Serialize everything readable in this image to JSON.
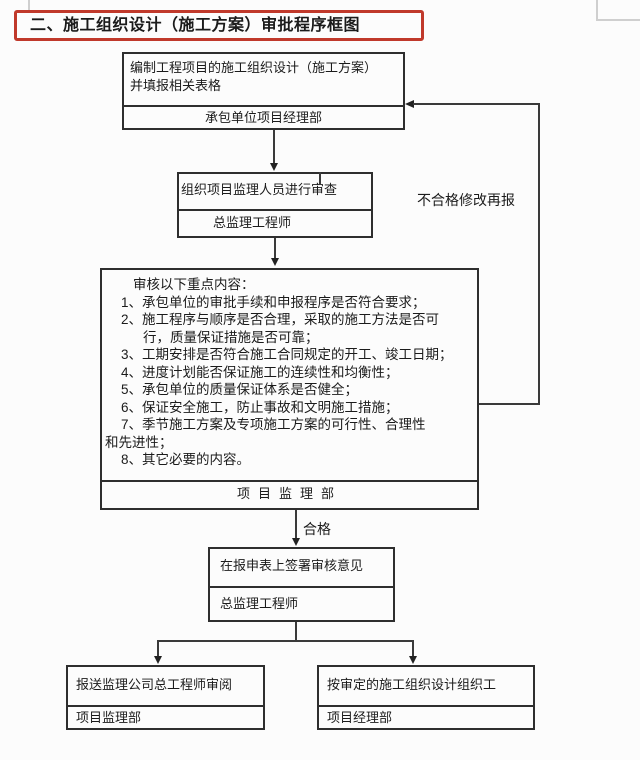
{
  "title": {
    "text": "二、施工组织设计（施工方案）审批程序框图"
  },
  "colors": {
    "accent_red": "#c0392b",
    "line": "#2e2e2e",
    "background": "#fcfcfc"
  },
  "boxes": {
    "compile": {
      "line1": "编制工程项目的施工组织设计（施工方案）",
      "line2": "并填报相关表格",
      "dept": "承包单位项目经理部"
    },
    "review": {
      "body": "组织项目监理人员进行审查",
      "role": "总监理工程师"
    },
    "checklist": {
      "lines": [
        "审核以下重点内容：",
        "1、承包单位的审批手续和申报程序是否符合要求；",
        "2、施工程序与顺序是否合理，采取的施工方法是否可",
        "行，质量保证措施是否可靠；",
        "3、工期安排是否符合施工合同规定的开工、竣工日期；",
        "4、进度计划能否保证施工的连续性和均衡性；",
        "5、承包单位的质量保证体系是否健全；",
        "6、保证安全施工，防止事故和文明施工措施；",
        "7、季节施工方案及专项施工方案的可行性、合理性",
        "和先进性；",
        "8、其它必要的内容。"
      ],
      "dept": "项目监理部"
    },
    "sign": {
      "body": "在报申表上签署审核意见",
      "role": "总监理工程师"
    },
    "send_chief": {
      "body": "报送监理公司总工程师审阅",
      "dept": "项目监理部"
    },
    "implement": {
      "body": "按审定的施工组织设计组织工",
      "dept": "项目经理部"
    }
  },
  "labels": {
    "fail_loop": "不合格修改再报",
    "pass": "合格"
  }
}
